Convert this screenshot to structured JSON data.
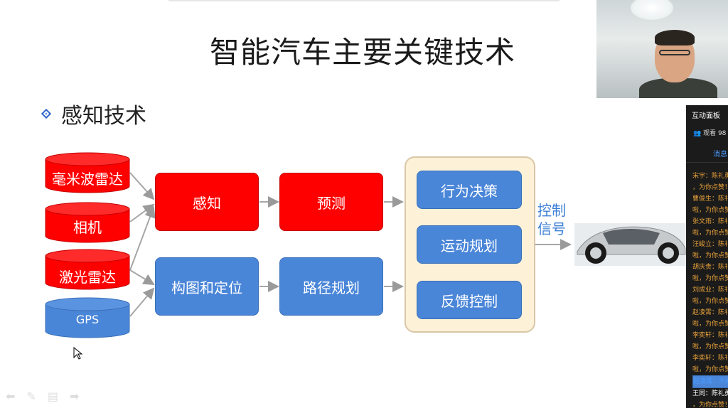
{
  "slide": {
    "title": "智能汽车主要关键技术",
    "bullet": "感知技术"
  },
  "sensors": [
    "毫米波雷达",
    "相机",
    "激光雷达",
    "GPS"
  ],
  "flow": {
    "perception": "感知",
    "prediction": "预测",
    "mapping": "构图和定位",
    "path_planning": "路径规划",
    "decision": [
      "行为决策",
      "运动规划",
      "反馈控制"
    ],
    "control_signal_line1": "控制",
    "control_signal_line2": "信号"
  },
  "colors": {
    "red": "#ff0000",
    "blue": "#4a86d8",
    "accent": "#3b7fd6",
    "decision_bg": "#fdf1d8"
  },
  "panel": {
    "header": "互动面板",
    "viewers": "观看 98",
    "tab": "消息",
    "messages": [
      {
        "text": "宋宇：陈礼勇",
        "color": "orange"
      },
      {
        "text": "，为你点赞！",
        "color": "orange"
      },
      {
        "text": "曹俊生：陈礼",
        "color": "orange"
      },
      {
        "text": "啦，为你点赞",
        "color": "orange"
      },
      {
        "text": "张文雨：陈礼",
        "color": "orange"
      },
      {
        "text": "啦，为你点赞",
        "color": "orange"
      },
      {
        "text": "汪峻立：陈礼",
        "color": "orange"
      },
      {
        "text": "啦，为你点赞",
        "color": "orange"
      },
      {
        "text": "胡庆贵：陈礼",
        "color": "orange"
      },
      {
        "text": "啦，为你点赞",
        "color": "orange"
      },
      {
        "text": "刘成业：陈礼",
        "color": "orange"
      },
      {
        "text": "啦，为你点赞",
        "color": "orange"
      },
      {
        "text": "赵凌霄：陈礼",
        "color": "orange"
      },
      {
        "text": "啦，为你点赞",
        "color": "orange"
      },
      {
        "text": "李奕轩：陈礼",
        "color": "orange"
      },
      {
        "text": "啦，为你点赞",
        "color": "orange"
      },
      {
        "text": "李奕轩：陈礼",
        "color": "orange"
      },
      {
        "text": "啦，为你点赞",
        "color": "orange"
      },
      {
        "text": "赵凌霄：不好",
        "color": "blue"
      },
      {
        "text": "王同：陈礼勇",
        "color": "white"
      },
      {
        "text": "，为你点赞！",
        "color": "orange"
      }
    ]
  },
  "icons": [
    "user-icon",
    "back-arrow-icon",
    "pen-icon",
    "menu-icon",
    "forward-arrow-icon",
    "cursor-icon"
  ]
}
